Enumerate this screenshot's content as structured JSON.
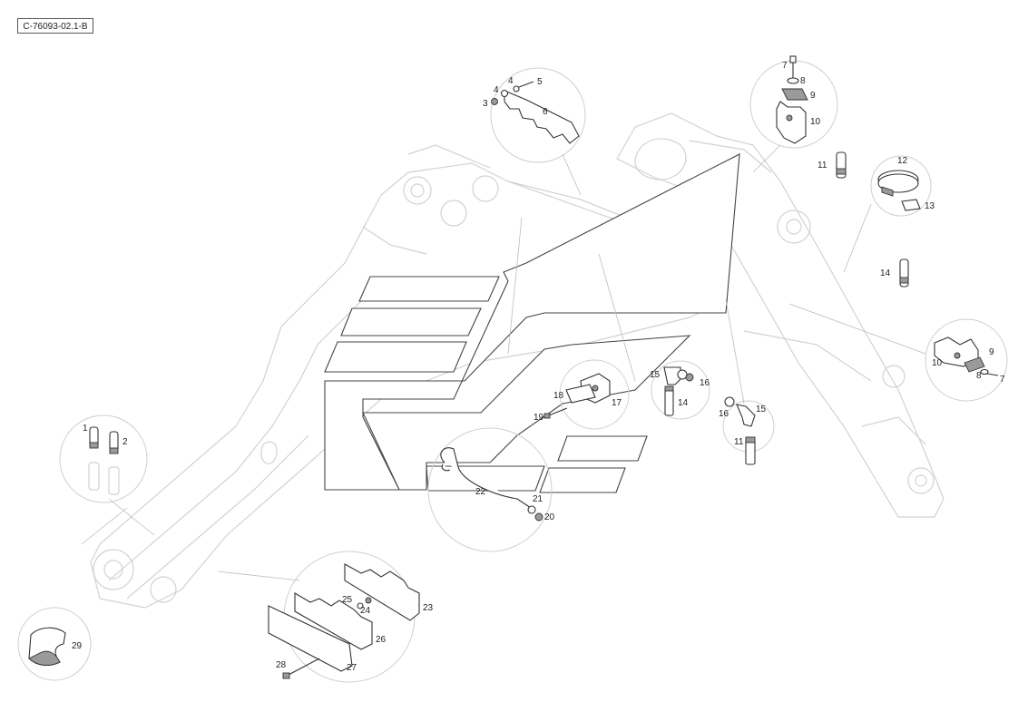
{
  "document_code": "C-76093-02.1-B",
  "labels": {
    "p1": "1",
    "p2": "2",
    "p3": "3",
    "p4a": "4",
    "p4b": "4",
    "p5": "5",
    "p6": "6",
    "p7a": "7",
    "p8a": "8",
    "p9a": "9",
    "p10a": "10",
    "p11a": "11",
    "p12": "12",
    "p13": "13",
    "p14a": "14",
    "p10b": "10",
    "p9b": "9",
    "p8b": "8",
    "p7b": "7",
    "p15a": "15",
    "p16a": "16",
    "p14b": "14",
    "p18": "18",
    "p17": "17",
    "p19": "19",
    "p16b": "16",
    "p15b": "15",
    "p11b": "11",
    "p22": "22",
    "p21": "21",
    "p20": "20",
    "p25": "25",
    "p24": "24",
    "p23": "23",
    "p26": "26",
    "p27": "27",
    "p28": "28",
    "p29": "29"
  }
}
